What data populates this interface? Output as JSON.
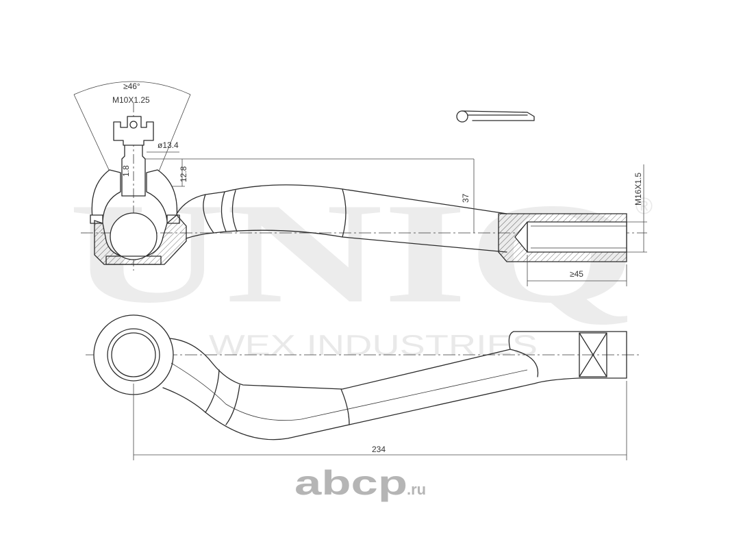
{
  "watermark": {
    "brand": "UNIQ",
    "registered_mark": "®",
    "company": "WEX INDUSTRIES"
  },
  "dimensions": {
    "angle": "≥46°",
    "stud_thread": "M10X1.25",
    "stud_diameter": "ø13.4",
    "dim_1_8": "1.8",
    "dim_12_8": "12.8",
    "dim_37": "37",
    "inner_thread": "M16X1.5",
    "thread_length": "≥45",
    "total_length": "234"
  },
  "site_logo": {
    "name": "abcp",
    "suffix": ".ru"
  }
}
